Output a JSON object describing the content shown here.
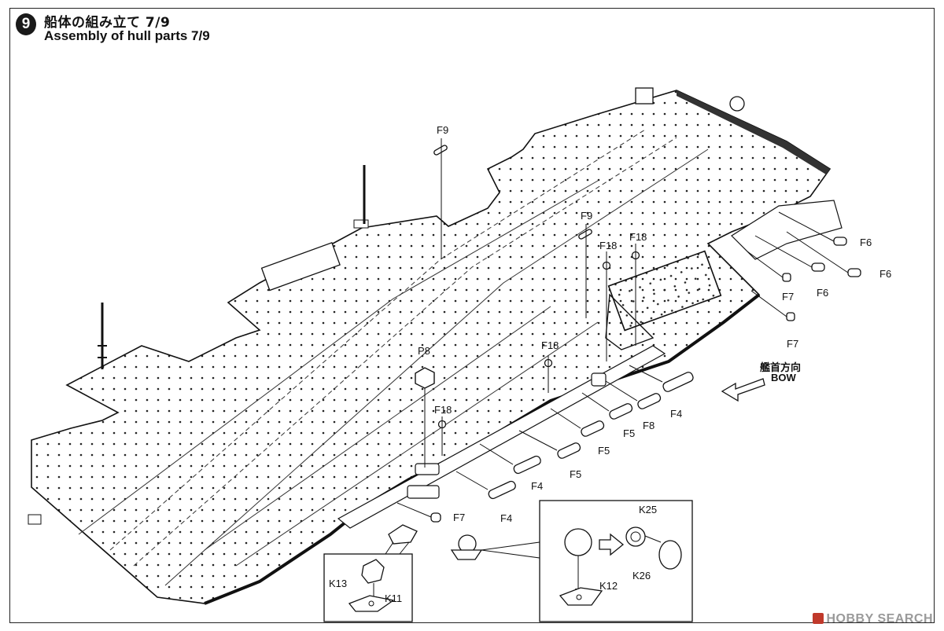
{
  "header": {
    "step_number": "9",
    "title_jp": "船体の組み立て 7/9",
    "title_en": "Assembly of hull parts 7/9"
  },
  "direction": {
    "label_jp": "艦首方向",
    "label_en": "BOW"
  },
  "part_labels": {
    "f9_a": "F9",
    "f9_b": "F9",
    "f18_a": "F18",
    "f18_b": "F18",
    "f18_c": "F18",
    "f18_d": "F18",
    "p8": "P8",
    "f6_a": "F6",
    "f6_b": "F6",
    "f6_c": "F6",
    "f7_a": "F7",
    "f7_b": "F7",
    "f7_c": "F7",
    "f4_a": "F4",
    "f4_b": "F4",
    "f4_c": "F4",
    "f5_a": "F5",
    "f5_b": "F5",
    "f5_c": "F5",
    "f8": "F8",
    "k13": "K13",
    "k11": "K11",
    "k25": "K25",
    "k26": "K26",
    "k12": "K12"
  },
  "watermark": "HOBBY SEARCH"
}
